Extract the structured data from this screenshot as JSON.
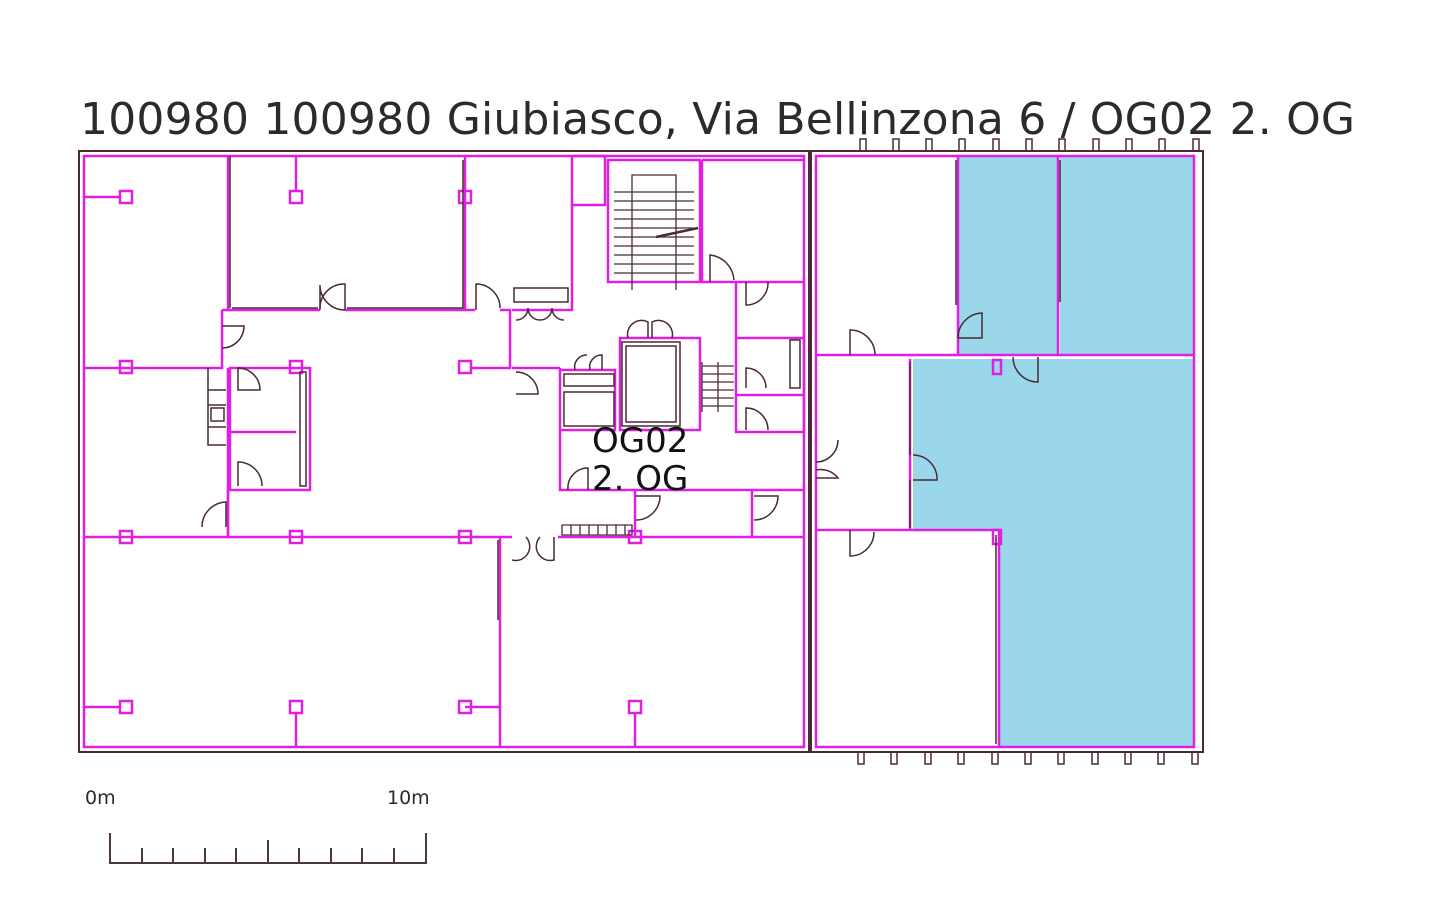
{
  "header": {
    "title": "100980 100980 Giubiasco, Via Bellinzona 6 / OG02 2. OG"
  },
  "floor_label": {
    "code": "OG02",
    "name": "2. OG"
  },
  "scale_bar": {
    "start_label": "0m",
    "end_label": "10m",
    "ticks": 10
  },
  "colors": {
    "wall_outline": "#e020e0",
    "wall_dark": "#4a2a35",
    "highlight_fill": "#9ad7ea",
    "text": "#2b2b2b"
  },
  "highlighted_rooms": [
    {
      "id": "room-ne-1",
      "label": ""
    },
    {
      "id": "room-ne-2",
      "label": ""
    },
    {
      "id": "room-e-large",
      "label": ""
    }
  ]
}
